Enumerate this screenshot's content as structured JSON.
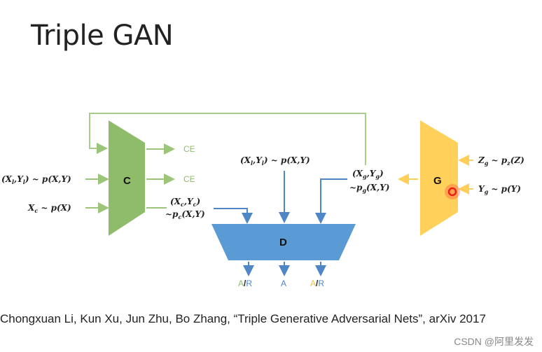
{
  "title": "Triple GAN",
  "classifier": {
    "label": "C",
    "inputs": [
      "(X_l, Y_l) ~ p(X, Y)",
      "X_c ~ p(X)"
    ],
    "outputs": [
      "CE",
      "CE"
    ],
    "output_pair": [
      "(X_c, Y_c)",
      "~p_c(X, Y)"
    ]
  },
  "discriminator": {
    "label": "D",
    "input_top": "(X_l, Y_l) ~ p(X, Y)",
    "outputs": [
      {
        "a": "A",
        "sep": "/",
        "b": "R"
      },
      {
        "a": "A"
      },
      {
        "a": "A",
        "sep": "/",
        "b": "R"
      }
    ]
  },
  "generator": {
    "label": "G",
    "inputs": [
      "Z_g ~ p_z(Z)",
      "Y_g ~ p(Y)"
    ],
    "output_pair": [
      "(X_g, Y_g)",
      "~p_g(X, Y)"
    ]
  },
  "citation": "Chongxuan Li, Kun Xu, Jun Zhu, Bo Zhang, “Triple Generative Adversarial Nets”, arXiv 2017",
  "watermark": "CSDN @阿里发发",
  "colors": {
    "green": "#8fbc6a",
    "blue": "#5b9bd5",
    "yellow": "#ffd05a",
    "ce_green": "#8fbc6a",
    "arrow_blue": "#4f86c6"
  }
}
